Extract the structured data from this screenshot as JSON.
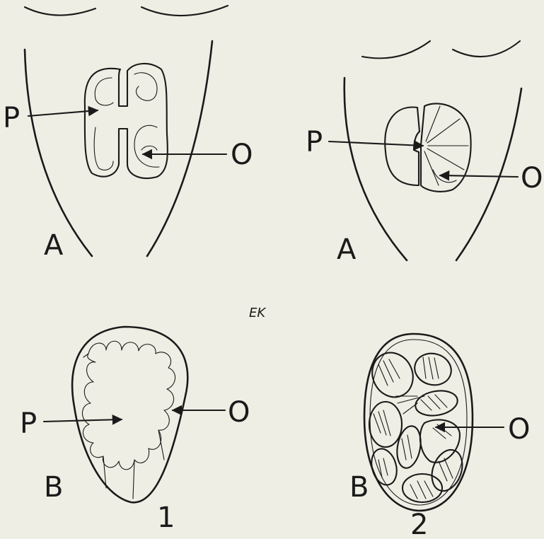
{
  "figure": {
    "top_left": {
      "label_p": "P",
      "label_o": "O",
      "label_stage": "A"
    },
    "top_right": {
      "label_p": "P",
      "label_o": "O",
      "label_stage": "A"
    },
    "bottom_left": {
      "label_p": "P",
      "label_o": "O",
      "label_stage": "B",
      "label_number": "1"
    },
    "bottom_right": {
      "label_o": "O",
      "label_stage": "B",
      "label_number": "2"
    },
    "signature": "EK"
  },
  "colors": {
    "paper": "#eeeee4",
    "ink": "#1a1a1a"
  }
}
